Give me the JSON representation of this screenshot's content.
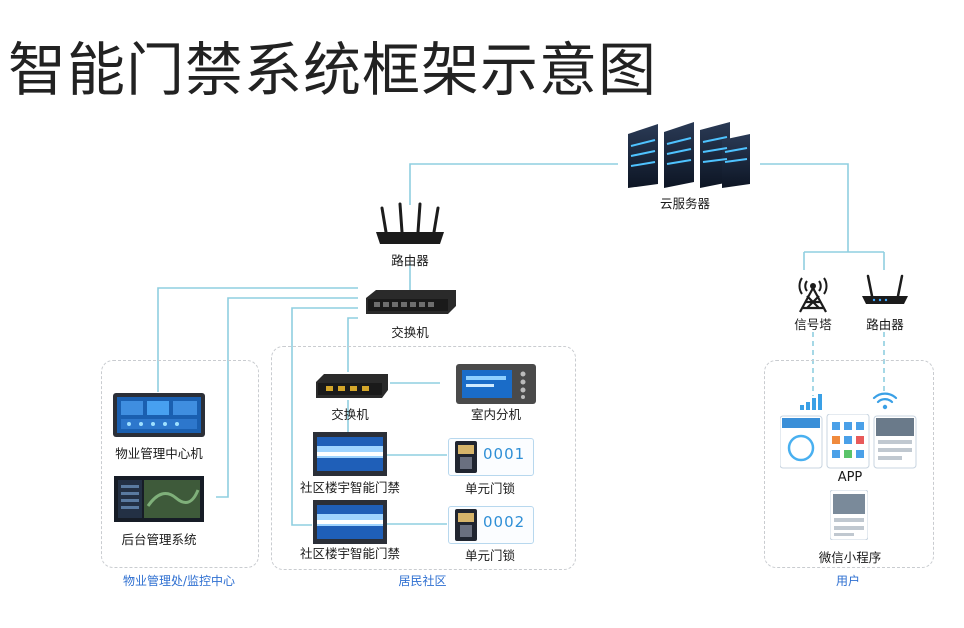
{
  "title": "智能门禁系统框架示意图",
  "nodes": {
    "cloud_server": "云服务器",
    "router_main": "路由器",
    "switch_main": "交换机",
    "switch_sub": "交换机",
    "indoor_unit": "室内分机",
    "door_access_1": "社区楼宇智能门禁",
    "door_access_2": "社区楼宇智能门禁",
    "unit_lock_1": "单元门锁",
    "unit_lock_2": "单元门锁",
    "mgmt_pc": "物业管理中心机",
    "backend": "后台管理系统",
    "signal_tower": "信号塔",
    "router_user": "路由器",
    "app": "APP",
    "wechat": "微信小程序"
  },
  "lock_numbers": [
    "0001",
    "0002"
  ],
  "zones": {
    "property": "物业管理处/监控中心",
    "residential": "居民社区",
    "user": "用户"
  },
  "colors": {
    "link": "#8fcfe0",
    "zone_label": "#2e6fd1",
    "zone_border": "#c9ccd0"
  }
}
